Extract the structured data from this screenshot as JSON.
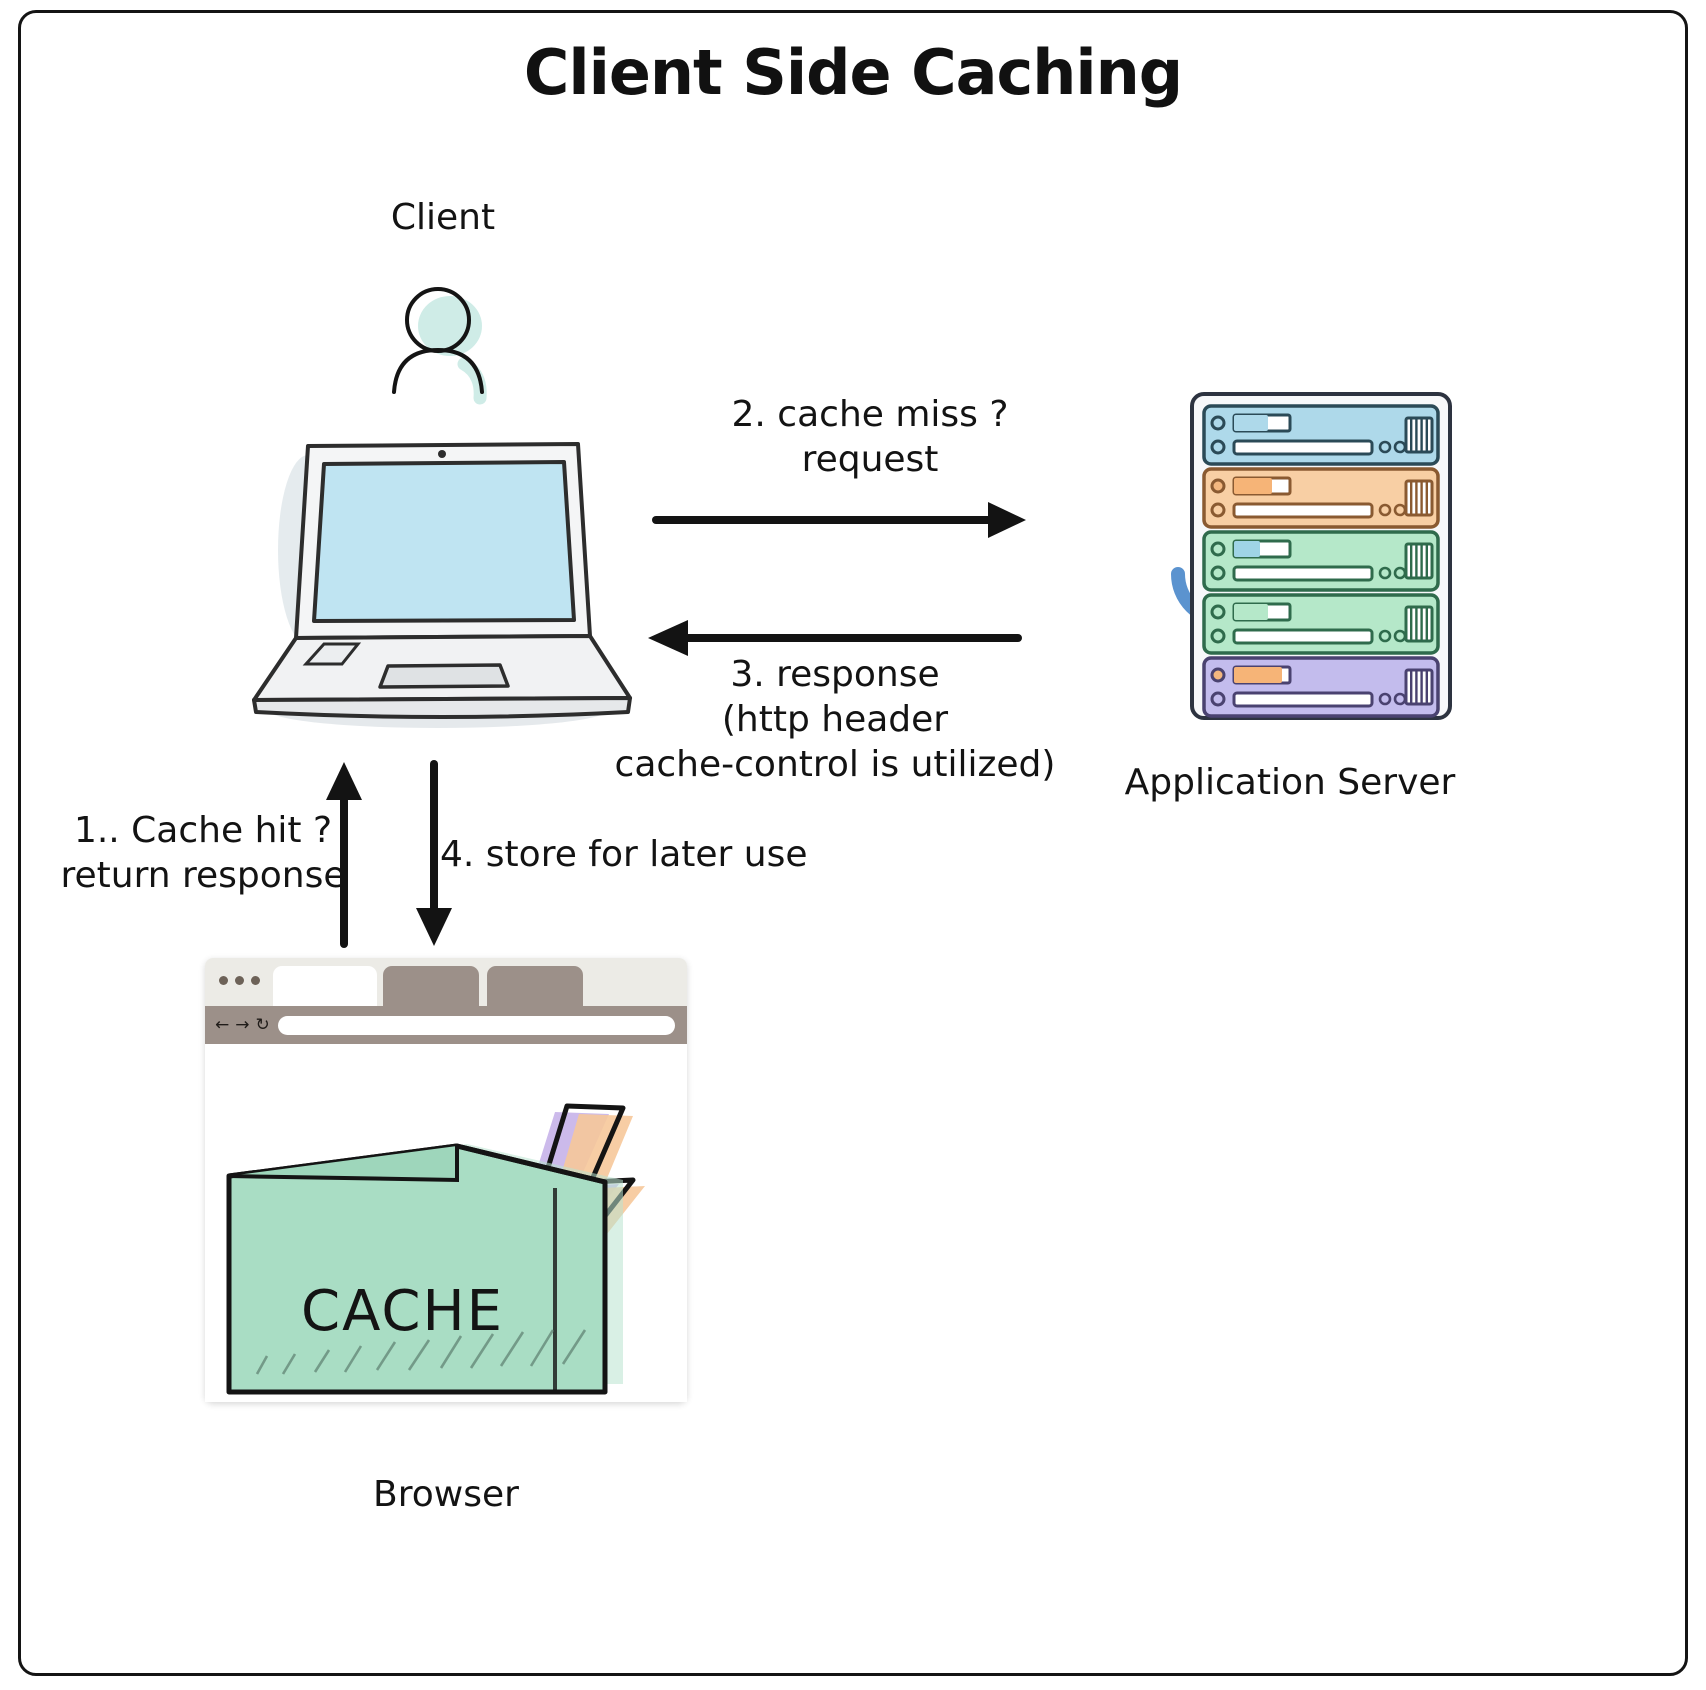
{
  "title": "Client Side Caching",
  "nodes": {
    "client": {
      "label": "Client",
      "icon": "person-icon"
    },
    "laptop": {
      "icon": "laptop-icon"
    },
    "server": {
      "label": "Application Server",
      "icon": "server-rack-icon"
    },
    "browser": {
      "label": "Browser",
      "icon": "browser-window-icon",
      "cache_box_text": "CACHE",
      "bolt_icon": "lightning-bolt-icon",
      "nav": {
        "back": "←",
        "forward": "→",
        "reload": "↻"
      },
      "url_value": "",
      "url_placeholder": ""
    }
  },
  "edges": {
    "request": {
      "label": "2. cache miss ?\nrequest",
      "direction": "client-to-server"
    },
    "response": {
      "label": "3. response\n(http header\ncache-control is utilized)",
      "direction": "server-to-client"
    },
    "cache_hit": {
      "label": "1.. Cache hit ?\nreturn response",
      "direction": "browser-to-laptop"
    },
    "store": {
      "label": "4. store for later use",
      "direction": "laptop-to-browser"
    }
  },
  "server_units": [
    {
      "color": "#aed9ea",
      "stroke": "#2b4a57",
      "bar_fill": "#aed9ea",
      "led": "#aed9ea"
    },
    {
      "color": "#f8cfa4",
      "stroke": "#8a5a31",
      "bar_fill": "#f6b477",
      "led": "#f3b77f"
    },
    {
      "color": "#b5e8c9",
      "stroke": "#2f6b4c",
      "bar_fill": "#9fd4e6",
      "led": "#b5e8c9"
    },
    {
      "color": "#b5e8c9",
      "stroke": "#2f6b4c",
      "bar_fill": "#b5e8c9",
      "led": "#b5e8c9"
    },
    {
      "color": "#c3bced",
      "stroke": "#4a4270",
      "bar_fill": "#f6b477",
      "led": "#f3b77f"
    }
  ],
  "colors": {
    "ink": "#131313",
    "frame": "#141414",
    "laptop_screen": "#bfe4f2",
    "cache_box": "#a9ddc4",
    "bolt_purple": "#c9b6ea",
    "bolt_orange": "#f6c89a",
    "server_arrow": "#5b93cf",
    "browser_chrome": "#ecebe6",
    "browser_bar": "#9c9089"
  }
}
